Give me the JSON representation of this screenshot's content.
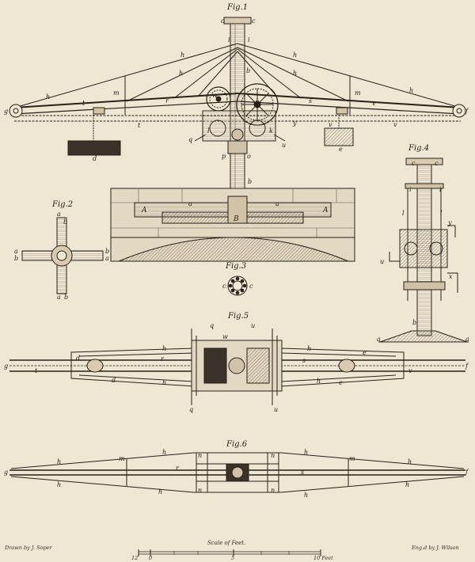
{
  "figures": {
    "fig1": "Fig.1",
    "fig2": "Fig.2",
    "fig3": "Fig.3",
    "fig4": "Fig.4",
    "fig5": "Fig.5",
    "fig6": "Fig.6"
  },
  "footer": {
    "drawn_by": "Drawn by J. Soper",
    "scale_title": "Scale of Feet.",
    "scale_ticks": [
      "12",
      "0",
      "5",
      "10 Feet"
    ],
    "engraved_by": "Eng.d by J. Wilson"
  },
  "labels": {
    "c": "c",
    "i": "i",
    "h": "h",
    "b": "b",
    "m": "m",
    "g": "g",
    "f": "f",
    "t": "t",
    "r": "r",
    "s": "s",
    "v": "v",
    "y": "y",
    "w": "w",
    "x": "x",
    "q": "q",
    "p": "p",
    "o": "o",
    "d": "d",
    "e": "e",
    "u": "u",
    "l": "l",
    "k": "k",
    "n": "n",
    "a": "a",
    "A": "A",
    "B": "B"
  },
  "colors": {
    "paper": "#efe6d3",
    "ink": "#2a2118",
    "shade": "#6b5d4c",
    "light_shade": "#b9ad97"
  }
}
